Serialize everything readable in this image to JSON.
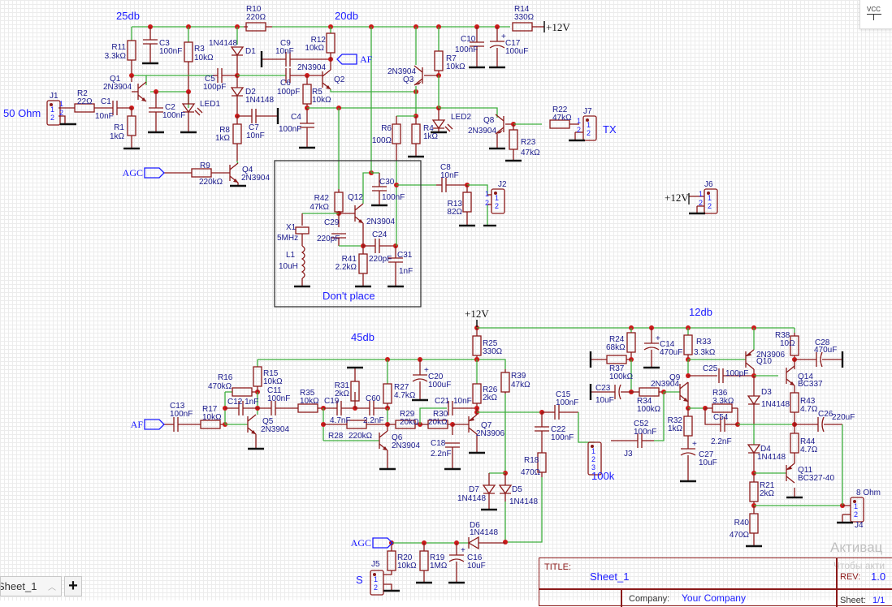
{
  "app": {
    "sheet_tab_label": "Sheet_1",
    "add_sheet_label": "+",
    "vcc_widget_label": "VCC"
  },
  "title_block": {
    "title_label": "TITLE:",
    "title_value": "Sheet_1",
    "rev_label": "REV:",
    "rev_value": "1.0",
    "company_label": "Company:",
    "company_value": "Your Company",
    "sheet_label": "Sheet:",
    "sheet_value": "1/1"
  },
  "watermark": {
    "line1": "Активац",
    "line2": "Чтобы акти"
  },
  "stage_labels": [
    {
      "id": "s25",
      "text": "25db"
    },
    {
      "id": "s20",
      "text": "20db"
    },
    {
      "id": "s45",
      "text": "45db"
    },
    {
      "id": "s12",
      "text": "12db"
    },
    {
      "id": "dontplace",
      "text": "Don't place"
    },
    {
      "id": "ohm50",
      "text": "50 Ohm"
    },
    {
      "id": "tx",
      "text": "TX"
    },
    {
      "id": "s_label",
      "text": "S"
    },
    {
      "id": "pot",
      "text": "100k"
    },
    {
      "id": "ohm8",
      "text": "8 Ohm"
    }
  ],
  "net_ports": [
    {
      "id": "af1",
      "text": "AF"
    },
    {
      "id": "agc1",
      "text": "AGC"
    },
    {
      "id": "af2",
      "text": "AF"
    },
    {
      "id": "agc2",
      "text": "AGC"
    }
  ],
  "power_labels": [
    {
      "id": "p1",
      "text": "+12V"
    },
    {
      "id": "p2",
      "text": "+12V"
    },
    {
      "id": "p3",
      "text": "+12V"
    }
  ],
  "components": [
    {
      "ref": "R11",
      "val": "3.3kΩ"
    },
    {
      "ref": "C3",
      "val": "100nF"
    },
    {
      "ref": "R3",
      "val": "10kΩ"
    },
    {
      "ref": "R10",
      "val": "220Ω"
    },
    {
      "ref": "D1",
      "val": "1N4148"
    },
    {
      "ref": "C9",
      "val": "10nF"
    },
    {
      "ref": "R12",
      "val": "10kΩ"
    },
    {
      "ref": "C10",
      "val": "100nF"
    },
    {
      "ref": "C17",
      "val": "100uF"
    },
    {
      "ref": "R14",
      "val": "330Ω"
    },
    {
      "ref": "Q1",
      "val": "2N3904"
    },
    {
      "ref": "C5",
      "val": "100pF"
    },
    {
      "ref": "C6",
      "val": "100pF"
    },
    {
      "ref": "Q2",
      "val": "2N3904"
    },
    {
      "ref": "Q3",
      "val": "2N3904"
    },
    {
      "ref": "R7",
      "val": "10kΩ"
    },
    {
      "ref": "J1",
      "val": ""
    },
    {
      "ref": "R2",
      "val": "22Ω"
    },
    {
      "ref": "C1",
      "val": "10nF"
    },
    {
      "ref": "C2",
      "val": "100nF"
    },
    {
      "ref": "LED1",
      "val": ""
    },
    {
      "ref": "D2",
      "val": "1N4148"
    },
    {
      "ref": "R5",
      "val": "10kΩ"
    },
    {
      "ref": "R1",
      "val": "1kΩ"
    },
    {
      "ref": "R8",
      "val": "1kΩ"
    },
    {
      "ref": "C7",
      "val": "10nF"
    },
    {
      "ref": "C4",
      "val": "100nF"
    },
    {
      "ref": "R6",
      "val": "100Ω"
    },
    {
      "ref": "R4",
      "val": "1kΩ"
    },
    {
      "ref": "LED2",
      "val": ""
    },
    {
      "ref": "Q8",
      "val": "2N3904"
    },
    {
      "ref": "R22",
      "val": "47kΩ"
    },
    {
      "ref": "R23",
      "val": "47kΩ"
    },
    {
      "ref": "J7",
      "val": ""
    },
    {
      "ref": "R9",
      "val": "220kΩ"
    },
    {
      "ref": "Q4",
      "val": "2N3904"
    },
    {
      "ref": "C8",
      "val": "10nF"
    },
    {
      "ref": "R13",
      "val": "82Ω"
    },
    {
      "ref": "J2",
      "val": ""
    },
    {
      "ref": "J6",
      "val": ""
    },
    {
      "ref": "R42",
      "val": "47kΩ"
    },
    {
      "ref": "Q12",
      "val": "2N3904"
    },
    {
      "ref": "C30",
      "val": "100nF"
    },
    {
      "ref": "X1",
      "val": "5MHz"
    },
    {
      "ref": "C29",
      "val": "220pF"
    },
    {
      "ref": "C24",
      "val": "220pF"
    },
    {
      "ref": "L1",
      "val": "10uH"
    },
    {
      "ref": "R41",
      "val": "2.2kΩ"
    },
    {
      "ref": "C31",
      "val": "1nF"
    },
    {
      "ref": "R25",
      "val": "330Ω"
    },
    {
      "ref": "R24",
      "val": "68kΩ"
    },
    {
      "ref": "C14",
      "val": "470uF"
    },
    {
      "ref": "R33",
      "val": "3.3kΩ"
    },
    {
      "ref": "R38",
      "val": "10Ω"
    },
    {
      "ref": "C28",
      "val": "470uF"
    },
    {
      "ref": "Q10",
      "val": "2N3906"
    },
    {
      "ref": "R37",
      "val": "100kΩ"
    },
    {
      "ref": "C25",
      "val": "100pF"
    },
    {
      "ref": "Q14",
      "val": "BC337"
    },
    {
      "ref": "R15",
      "val": "10kΩ"
    },
    {
      "ref": "R16",
      "val": "470kΩ"
    },
    {
      "ref": "C11",
      "val": "100nF"
    },
    {
      "ref": "C12",
      "val": "1nF"
    },
    {
      "ref": "R35",
      "val": "10kΩ"
    },
    {
      "ref": "R31",
      "val": "2kΩ"
    },
    {
      "ref": "C60",
      "val": "2.2nF"
    },
    {
      "ref": "R27",
      "val": "4.7kΩ"
    },
    {
      "ref": "C20",
      "val": "100uF"
    },
    {
      "ref": "R26",
      "val": "2kΩ"
    },
    {
      "ref": "R39",
      "val": "47kΩ"
    },
    {
      "ref": "C21",
      "val": "10nF"
    },
    {
      "ref": "C15",
      "val": "100nF"
    },
    {
      "ref": "C19",
      "val": "4.7nF"
    },
    {
      "ref": "C13",
      "val": "100nF"
    },
    {
      "ref": "R17",
      "val": "10kΩ"
    },
    {
      "ref": "Q5",
      "val": "2N3904"
    },
    {
      "ref": "R29",
      "val": "20kΩ"
    },
    {
      "ref": "R30",
      "val": "20kΩ"
    },
    {
      "ref": "Q7",
      "val": "2N3906"
    },
    {
      "ref": "C22",
      "val": "100nF"
    },
    {
      "ref": "R28",
      "val": "220kΩ"
    },
    {
      "ref": "Q6",
      "val": "2N3904"
    },
    {
      "ref": "C18",
      "val": "2.2nF"
    },
    {
      "ref": "C23",
      "val": "10uF"
    },
    {
      "ref": "R34",
      "val": "100kΩ"
    },
    {
      "ref": "Q9",
      "val": "2N3904"
    },
    {
      "ref": "R36",
      "val": "3.3kΩ"
    },
    {
      "ref": "D3",
      "val": "1N4148"
    },
    {
      "ref": "R43",
      "val": "4.7Ω"
    },
    {
      "ref": "C26",
      "val": "220uF"
    },
    {
      "ref": "C52",
      "val": "100nF"
    },
    {
      "ref": "C54",
      "val": "2.2nF"
    },
    {
      "ref": "R32",
      "val": "1kΩ"
    },
    {
      "ref": "J3",
      "val": ""
    },
    {
      "ref": "R44",
      "val": "4.7Ω"
    },
    {
      "ref": "D4",
      "val": "1N4148"
    },
    {
      "ref": "C27",
      "val": "10uF"
    },
    {
      "ref": "Q11",
      "val": "BC327-40"
    },
    {
      "ref": "R18",
      "val": "470Ω"
    },
    {
      "ref": "D7",
      "val": "1N4148"
    },
    {
      "ref": "D5",
      "val": "1N4148"
    },
    {
      "ref": "R21",
      "val": "2kΩ"
    },
    {
      "ref": "J4",
      "val": ""
    },
    {
      "ref": "R40",
      "val": "470Ω"
    },
    {
      "ref": "D6",
      "val": "1N4148"
    },
    {
      "ref": "R20",
      "val": "10kΩ"
    },
    {
      "ref": "R19",
      "val": "1MΩ"
    },
    {
      "ref": "C16",
      "val": "10uF"
    },
    {
      "ref": "J5",
      "val": ""
    }
  ]
}
